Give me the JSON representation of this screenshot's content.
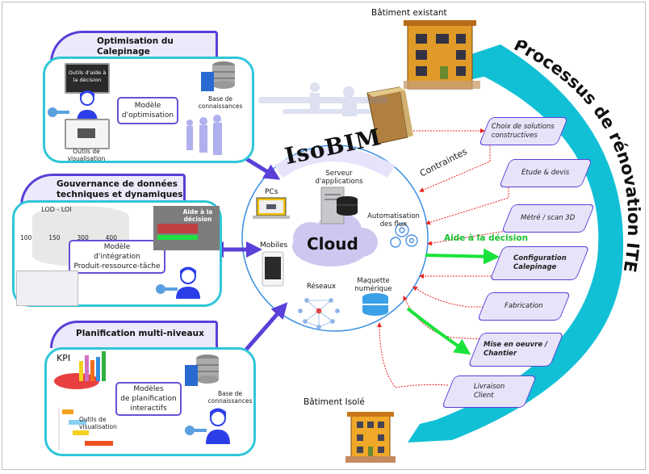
{
  "colors": {
    "panel_border": "#30c6d9",
    "tab_border": "#5a3fd8",
    "tab_fill": "#ece9fb",
    "arrow_purple": "#5a3fd8",
    "dotted_red": "#e8231f",
    "decision_green": "#19e23a",
    "process_ribbon": "#12c0d6",
    "cloud_fill": "#cdc8f0",
    "step_fill": "#e7e4fa"
  },
  "panels": {
    "optimisation": {
      "title_line1": "Optimisation du",
      "title_line2": "Calepinage",
      "screen_top": "Outils d'aide à la décision",
      "model_line1": "Modèle",
      "model_line2": "d'optimisation",
      "kb_line1": "Base de",
      "kb_line2": "connaissances",
      "viz_line1": "Outils de",
      "viz_line2": "visualisation"
    },
    "gouvernance": {
      "title_line1": "Gouvernance de données",
      "title_line2": "techniques et dynamiques",
      "lod_label": "LOD - LOI",
      "lod_levels": [
        "100",
        "150",
        "300",
        "400"
      ],
      "model_line1": "Modèle",
      "model_line2": "d'intégration",
      "model_line3": "Produit-ressource-tâche",
      "decision_img_label": "Aide à la décision"
    },
    "planification": {
      "title": "Planification multi-niveaux",
      "kpi_label": "KPI",
      "model_line1": "Modèles",
      "model_line2": "de planification",
      "model_line3": "interactifs",
      "kb_line1": "Base de",
      "kb_line2": "connaissances",
      "viz_line1": "Outils de",
      "viz_line2": "visualisation"
    }
  },
  "hub": {
    "title": "IsoBIM",
    "cloud": "Cloud",
    "server_line1": "Serveur",
    "server_line2": "d'applications",
    "pcs": "PCs",
    "mobiles": "Mobiles",
    "reseaux": "Réseaux",
    "automation_line1": "Automatisation",
    "automation_line2": "des flux",
    "maquette_line1": "Maquette",
    "maquette_line2": "numérique"
  },
  "labels": {
    "existing_building": "Bâtiment existant",
    "insulated_building": "Bâtiment Isolé",
    "constraints": "Contraintes",
    "decision_support": "Aide à la décision",
    "process_title": "Processus de rénovation ITE"
  },
  "process_steps": [
    {
      "line1": "Choix de solutions",
      "line2": "constructives"
    },
    {
      "line1": "Étude & devis",
      "line2": ""
    },
    {
      "line1": "Métré / scan 3D",
      "line2": ""
    },
    {
      "line1": "Configuration",
      "line2": "Calepinage"
    },
    {
      "line1": "Fabrication",
      "line2": ""
    },
    {
      "line1": "Mise en oeuvre /",
      "line2": "Chantier"
    },
    {
      "line1": "Livraison",
      "line2": "Client"
    }
  ]
}
